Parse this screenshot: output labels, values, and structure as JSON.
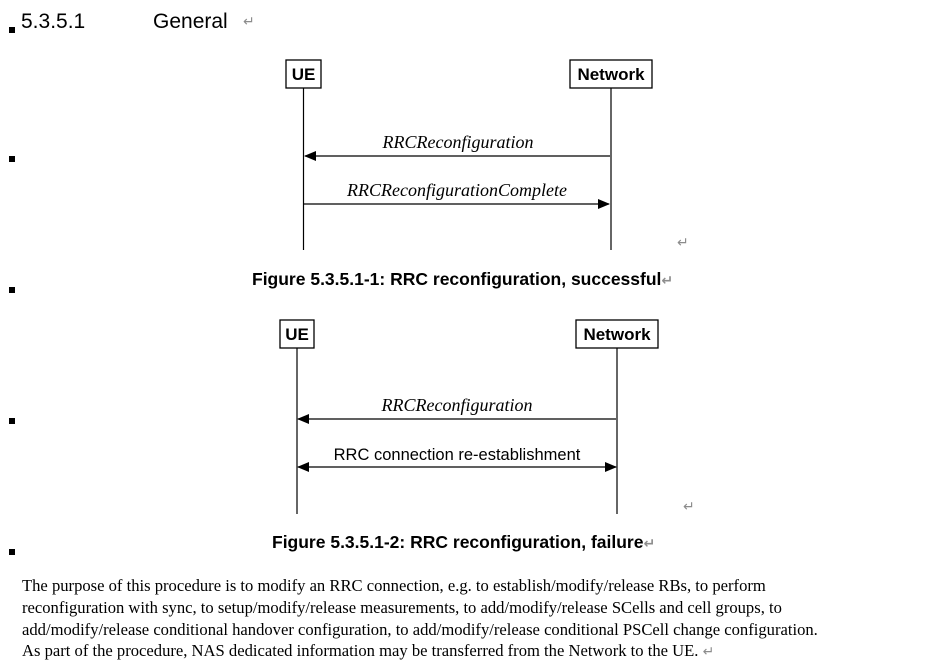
{
  "section": {
    "number": "5.3.5.1",
    "title": "General"
  },
  "pilcrow": "↵",
  "figure1": {
    "entities": {
      "left": "UE",
      "right": "Network"
    },
    "messages": [
      {
        "text": "RRCReconfiguration",
        "direction": "network-to-ue"
      },
      {
        "text": "RRCReconfigurationComplete",
        "direction": "ue-to-network"
      }
    ],
    "caption": "Figure 5.3.5.1-1: RRC reconfiguration, successful"
  },
  "figure2": {
    "entities": {
      "left": "UE",
      "right": "Network"
    },
    "messages": [
      {
        "text": "RRCReconfiguration",
        "direction": "network-to-ue"
      },
      {
        "text": "RRC connection re-establishment",
        "direction": "bidirectional"
      }
    ],
    "caption": "Figure 5.3.5.1-2: RRC reconfiguration, failure"
  },
  "paragraph": {
    "lines": [
      "The purpose of this procedure is to modify an RRC connection, e.g. to establish/modify/release RBs, to perform",
      "reconfiguration with sync, to setup/modify/release measurements, to add/modify/release SCells and cell groups, to",
      "add/modify/release conditional handover configuration, to add/modify/release conditional PSCell change configuration.",
      "As part of the procedure, NAS dedicated information may be transferred from the Network to the UE."
    ]
  }
}
